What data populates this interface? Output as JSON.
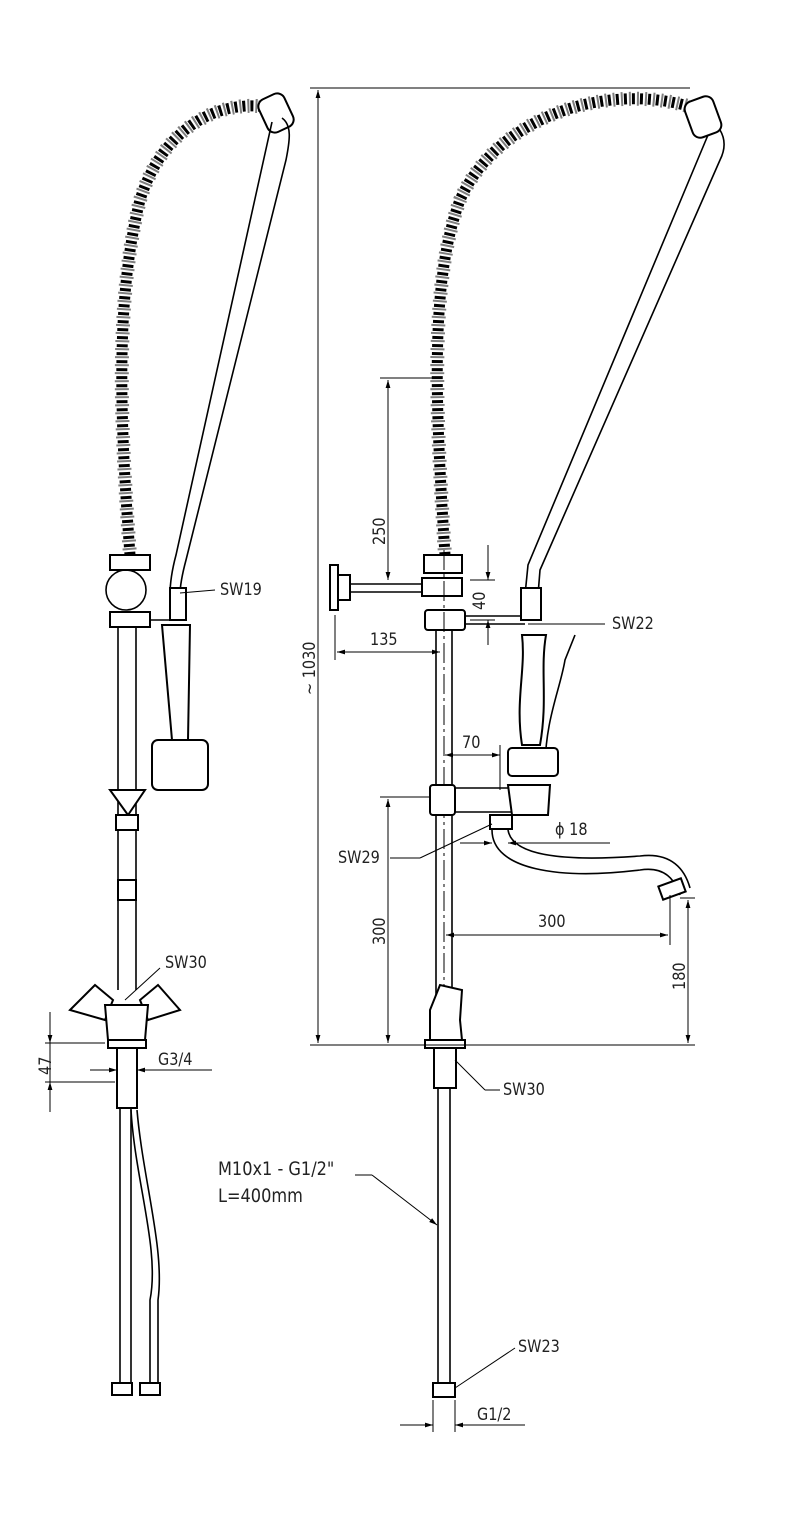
{
  "left_view": {
    "sw19": "SW19",
    "sw30": "SW30",
    "dim_47": "47",
    "thread_g34": "G3/4"
  },
  "right_view": {
    "total_height": "~ 1030",
    "dim_250": "250",
    "dim_40": "40",
    "dim_135": "135",
    "sw22": "SW22",
    "dim_70": "70",
    "dim_phi18": "ϕ  18",
    "sw29": "SW29",
    "dim_300_v": "300",
    "dim_300_h": "300",
    "dim_180": "180",
    "sw30": "SW30",
    "hose_spec_1": "M10x1 - G1/2\"",
    "hose_spec_2": "L=400mm",
    "sw23": "SW23",
    "thread_g12": "G1/2"
  }
}
